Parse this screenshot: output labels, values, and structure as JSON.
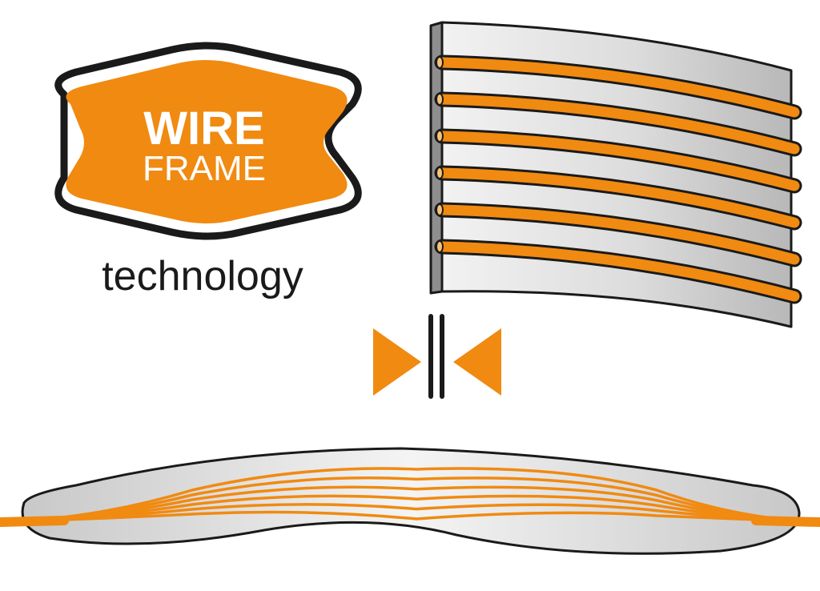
{
  "logo": {
    "line1": "WIRE",
    "line2": "FRAME",
    "tagline": "technology"
  },
  "colors": {
    "accent": "#F08A11",
    "outline": "#1a1a1a",
    "panel_light": "#ededed",
    "panel_dark": "#bdbdbd"
  },
  "diagram": {
    "wire_count": 6,
    "sole_wire_count": 6,
    "icons": [
      "press-arrow-left-icon",
      "press-plates-icon",
      "press-arrow-right-icon"
    ]
  }
}
